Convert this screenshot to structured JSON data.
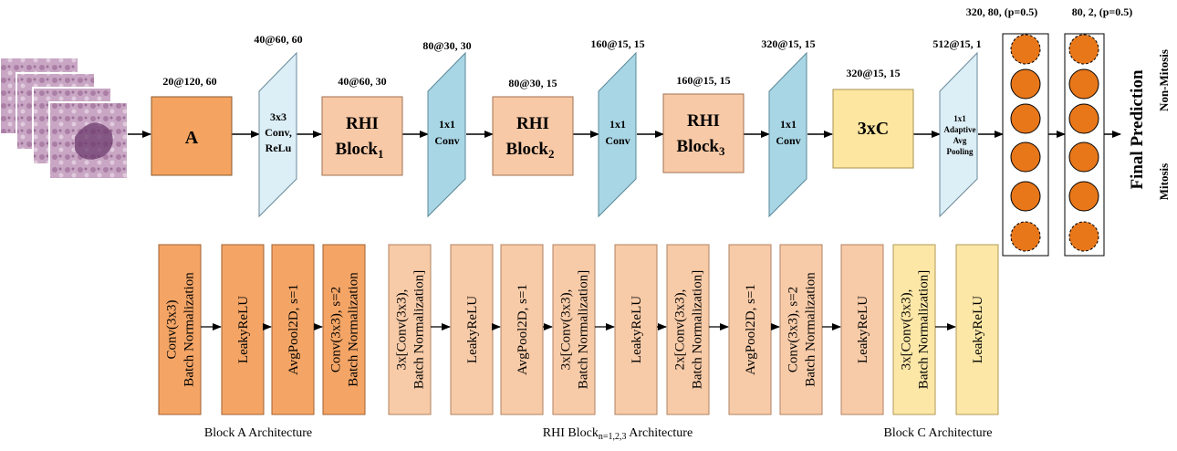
{
  "colors": {
    "orange_block": "#F4A460",
    "peach_block": "#F8C9A6",
    "blue_conv": "#A9D6E5",
    "light_blue_conv": "#DCEEF6",
    "yellow_block": "#FCE6A0",
    "neuron_fill": "#E8771A",
    "arch_orange": "#F4A566",
    "arch_peach": "#F8CBA8",
    "arch_yellow": "#FCE7A6",
    "tissue": "#B58AAE"
  },
  "main_pipeline": {
    "block_a": {
      "label": "A",
      "dim": "20@120, 60"
    },
    "conv1": {
      "label_lines": [
        "3x3",
        "Conv,",
        "ReLu"
      ],
      "dim": "40@60, 60"
    },
    "rhi1": {
      "label": "RHI",
      "label2": "Block",
      "sub": "1",
      "dim": "40@60, 30"
    },
    "conv2": {
      "label_lines": [
        "1x1",
        "Conv"
      ],
      "dim": "80@30, 30"
    },
    "rhi2": {
      "label": "RHI",
      "label2": "Block",
      "sub": "2",
      "dim": "80@30, 15"
    },
    "conv3": {
      "label_lines": [
        "1x1",
        "Conv"
      ],
      "dim": "160@15, 15"
    },
    "rhi3": {
      "label": "RHI",
      "label2": "Block",
      "sub": "3",
      "dim": "160@15, 15"
    },
    "conv4": {
      "label_lines": [
        "1x1",
        "Conv"
      ],
      "dim": "320@15, 15"
    },
    "block_c": {
      "label": "3xC",
      "dim": "320@15, 15"
    },
    "pool": {
      "label_lines": [
        "1x1",
        "Adaptive",
        "Avg",
        "Pooling"
      ],
      "dim": "512@15, 1"
    },
    "fc1": {
      "dim": "320, 80, (p=0.5)"
    },
    "fc2": {
      "dim": "80, 2, (p=0.5)"
    },
    "final_prediction": "Final Prediction",
    "class_top": "Non-Mitosis",
    "class_bottom": "Mitosis"
  },
  "block_a_arch": {
    "caption": "Block A Architecture",
    "layers": [
      [
        "Conv(3x3)",
        "Batch Normalization"
      ],
      [
        "LeakyReLU"
      ],
      [
        "AvgPool2D, s=1"
      ],
      [
        "Conv(3x3), s=2",
        "Batch Normalization"
      ]
    ]
  },
  "rhi_arch": {
    "caption_main": "RHI Block",
    "caption_sub": "n=1,2,3",
    "caption_tail": " Architecture",
    "layers": [
      [
        "3x[Conv(3x3),",
        "Batch Normalization]"
      ],
      [
        "LeakyReLU"
      ],
      [
        "AvgPool2D, s=1"
      ],
      [
        "3x[Conv(3x3),",
        "Batch Normalization]"
      ],
      [
        "LeakyReLU"
      ],
      [
        "2x[Conv(3x3),",
        "Batch Normalization]"
      ],
      [
        "AvgPool2D, s=1"
      ],
      [
        "Conv(3x3), s=2",
        "Batch Normalization"
      ],
      [
        "LeakyReLU"
      ]
    ]
  },
  "block_c_arch": {
    "caption": "Block C Architecture",
    "layers": [
      [
        "3x[Conv(3x3),",
        "Batch Normalization]"
      ],
      [
        "LeakyReLU"
      ]
    ]
  }
}
